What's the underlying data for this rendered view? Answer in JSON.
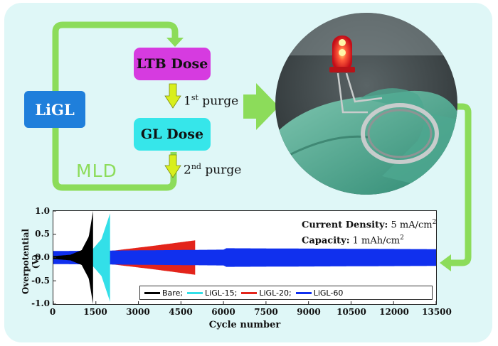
{
  "diagram": {
    "nodes": {
      "ligl": "LiGL",
      "ltb": "LTB Dose",
      "gl": "GL Dose"
    },
    "purge1": {
      "num": "1",
      "sup": "st",
      "text": " purge"
    },
    "purge2": {
      "num": "2",
      "sup": "nd",
      "text": " purge"
    },
    "loop_label": "MLD",
    "colors": {
      "arrow": "#8cdc5a",
      "ligl": "#1f7fdb",
      "ltb": "#d63be0",
      "gl": "#36e6ea",
      "purge_arrow": "#d8ef1c",
      "panel": "#dff7f7"
    },
    "icons": [
      "loop-arrow-icon",
      "purge-arrow-icon",
      "big-right-arrow-icon",
      "return-arrow-icon",
      "led-photo-icon"
    ]
  },
  "annotations": {
    "current_density_label": "Current Density:",
    "current_density_value": " 5 mA/cm",
    "current_density_sup": "2",
    "capacity_label": "Capacity:",
    "capacity_value": " 1 mAh/cm",
    "capacity_sup": "2"
  },
  "chart_data": {
    "type": "line",
    "xlabel": "Cycle number",
    "ylabel": "Overpotential (V)",
    "xlim": [
      0,
      13500
    ],
    "ylim": [
      -1.0,
      1.0
    ],
    "x_ticks": [
      "0",
      "1500",
      "3000",
      "4500",
      "6000",
      "7500",
      "9000",
      "10500",
      "12000",
      "13500"
    ],
    "y_ticks": [
      "1.0",
      "0.5",
      "0.0",
      "-0.5",
      "-1.0"
    ],
    "legend": [
      "Bare;",
      "LiGL-15;",
      "LiGL-20;",
      "LiGL-60"
    ],
    "series": [
      {
        "name": "Bare;",
        "color": "#000000",
        "end_cycle": 1400,
        "envelope": [
          [
            0,
            0.03
          ],
          [
            600,
            0.06
          ],
          [
            1000,
            0.16
          ],
          [
            1250,
            0.45
          ],
          [
            1400,
            1.0
          ]
        ]
      },
      {
        "name": "LiGL-15;",
        "color": "#33dfe8",
        "end_cycle": 2000,
        "envelope": [
          [
            0,
            0.03
          ],
          [
            800,
            0.05
          ],
          [
            1300,
            0.12
          ],
          [
            1700,
            0.4
          ],
          [
            2000,
            0.95
          ]
        ]
      },
      {
        "name": "LiGL-20;",
        "color": "#e3241b",
        "end_cycle": 5000,
        "envelope": [
          [
            0,
            0.06
          ],
          [
            2000,
            0.14
          ],
          [
            3500,
            0.25
          ],
          [
            5000,
            0.37
          ]
        ]
      },
      {
        "name": "LiGL-60",
        "color": "#1030ee",
        "end_cycle": 13500,
        "envelope": [
          [
            0,
            0.14
          ],
          [
            6000,
            0.17
          ],
          [
            6100,
            0.2
          ],
          [
            13500,
            0.18
          ]
        ]
      }
    ]
  }
}
